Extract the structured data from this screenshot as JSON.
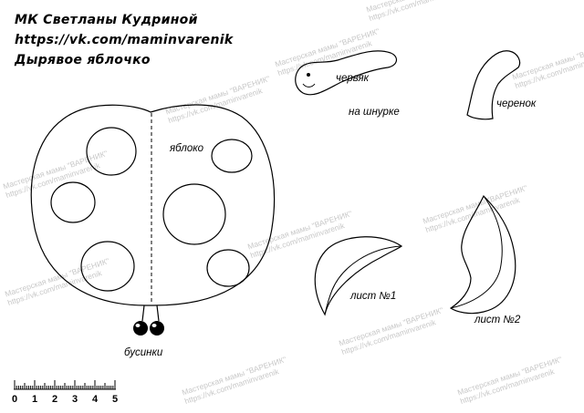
{
  "header": {
    "line1": "МК Светланы Кудриной",
    "line2": "https://vk.com/maminvarenik",
    "line3": "Дырявое яблочко"
  },
  "labels": {
    "apple": "яблоко",
    "worm": "червяк",
    "on_string": "на шнурке",
    "stem": "черенок",
    "leaf1": "лист №1",
    "leaf2": "лист №2",
    "beads": "бусинки"
  },
  "watermark": {
    "line1": "Мастерская мамы \"ВАРЕНИК\"",
    "line2": "https://vk.com/maminvarenik"
  },
  "ruler": {
    "numbers": [
      "0",
      "1",
      "2",
      "3",
      "4",
      "5"
    ]
  },
  "colors": {
    "outline": "#000000",
    "watermark": "#c8c8c8",
    "bead": "#000000"
  }
}
